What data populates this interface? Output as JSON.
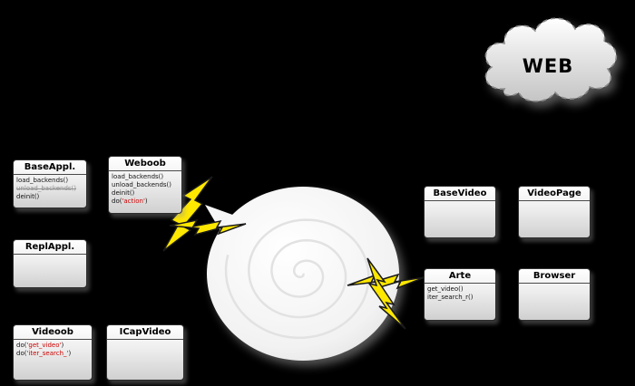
{
  "title": "Weboob architecture diagram",
  "colors": {
    "background": "#000000",
    "bolt": "#ffe800",
    "string_literal": "#cc0000",
    "deprecated": "#909090",
    "box_border": "#2e2e2e"
  },
  "cloud": {
    "label": "WEB"
  },
  "core": {
    "shape": "spiral"
  },
  "classes": [
    {
      "id": "baseappl",
      "title": "BaseAppl.",
      "methods": [
        {
          "segments": [
            {
              "text": "load_backends()"
            }
          ]
        },
        {
          "segments": [
            {
              "text": "unload_backends()",
              "color": "#909090",
              "strike": true
            }
          ]
        },
        {
          "segments": [
            {
              "text": "deinit()"
            }
          ]
        }
      ]
    },
    {
      "id": "weboob",
      "title": "Weboob",
      "methods": [
        {
          "segments": [
            {
              "text": "load_backends()"
            }
          ]
        },
        {
          "segments": [
            {
              "text": "unload_backends()"
            }
          ]
        },
        {
          "segments": [
            {
              "text": "deinit()"
            }
          ]
        },
        {
          "segments": [
            {
              "text": "do("
            },
            {
              "text": "'action'",
              "color": "#cc0000"
            },
            {
              "text": ")"
            }
          ]
        }
      ]
    },
    {
      "id": "replappl",
      "title": "ReplAppl.",
      "methods": []
    },
    {
      "id": "videoob",
      "title": "Videoob",
      "methods": [
        {
          "segments": [
            {
              "text": "do("
            },
            {
              "text": "'get_video'",
              "color": "#cc0000"
            },
            {
              "text": ")"
            }
          ]
        },
        {
          "segments": [
            {
              "text": "do("
            },
            {
              "text": "'iter_search_'",
              "color": "#cc0000"
            },
            {
              "text": ")"
            }
          ]
        }
      ]
    },
    {
      "id": "icapvideo",
      "title": "ICapVideo",
      "methods": []
    },
    {
      "id": "basevideo",
      "title": "BaseVideo",
      "methods": []
    },
    {
      "id": "videopage",
      "title": "VideoPage",
      "methods": []
    },
    {
      "id": "arte",
      "title": "Arte",
      "methods": [
        {
          "segments": [
            {
              "text": "get_video()"
            }
          ]
        },
        {
          "segments": [
            {
              "text": "iter_search_r()"
            }
          ]
        }
      ]
    },
    {
      "id": "browser",
      "title": "Browser",
      "methods": []
    }
  ]
}
